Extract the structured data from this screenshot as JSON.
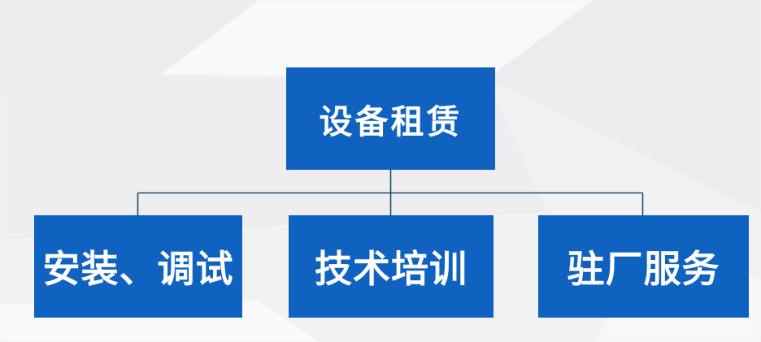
{
  "diagram": {
    "type": "org-chart",
    "root": {
      "label": "设备租赁"
    },
    "children": [
      {
        "label": "安装、调试"
      },
      {
        "label": "技术培训"
      },
      {
        "label": "驻厂服务"
      }
    ],
    "colors": {
      "box_fill": "#0f62c0",
      "box_text": "#ffffff",
      "connector": "#1c4a6e",
      "background": "#f2f2f3"
    }
  }
}
